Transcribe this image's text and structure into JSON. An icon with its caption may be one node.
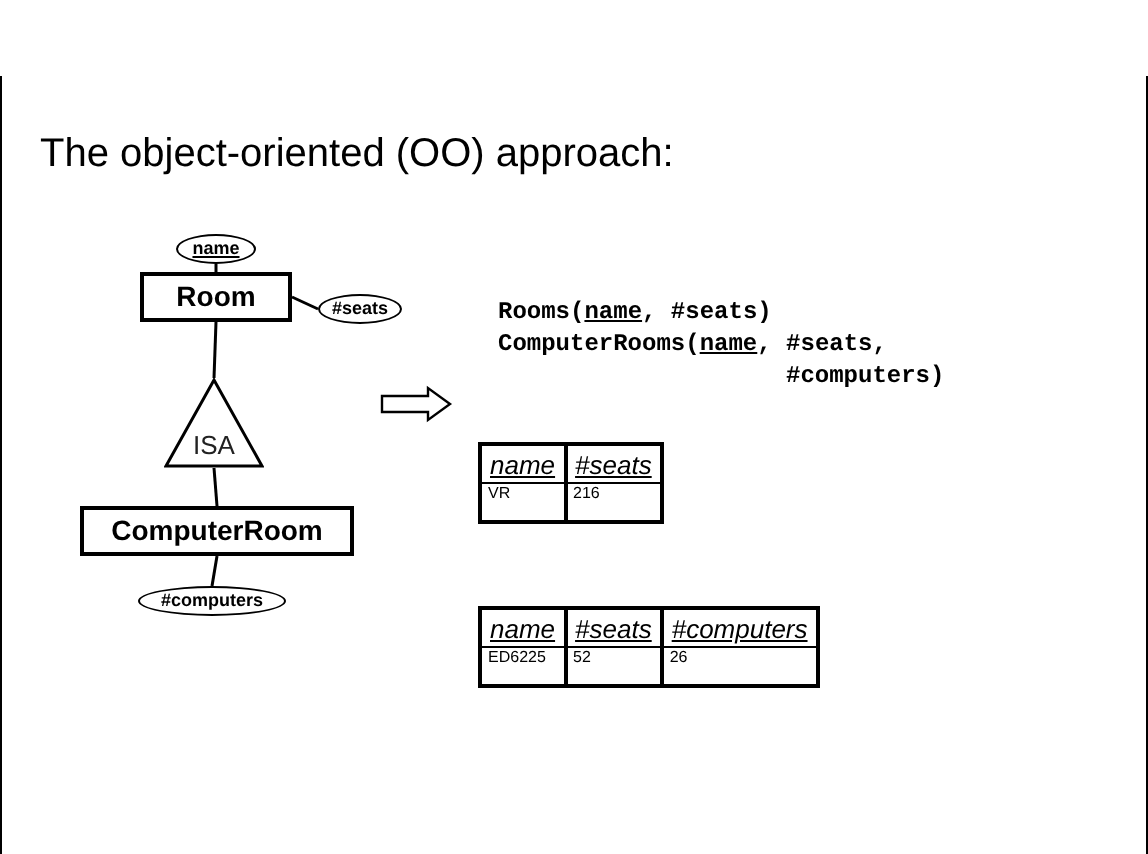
{
  "diagram": {
    "title": "The object-oriented (OO) approach:",
    "nodes": [
      {
        "text": [
          "name"
        ]
      },
      {
        "text": [
          "Room"
        ]
      },
      {
        "text": [
          "#seats"
        ]
      },
      {
        "text": [
          "ISA"
        ]
      },
      {
        "text": [
          "ComputerRoom"
        ]
      },
      {
        "text": [
          "#computers"
        ]
      }
    ],
    "edges": [
      {
        "from": 0,
        "to": 1,
        "arrow": "none"
      },
      {
        "from": 1,
        "to": 2,
        "arrow": "none"
      },
      {
        "from": 1,
        "to": 3,
        "arrow": "none"
      },
      {
        "from": 3,
        "to": 4,
        "arrow": "none"
      },
      {
        "from": 4,
        "to": 5,
        "arrow": "none"
      }
    ],
    "labels": [
      "Rooms(",
      "name",
      ", #seats)",
      "ComputerRooms(",
      "name",
      ", #seats,",
      "#computers)",
      "name",
      "#seats",
      "VR",
      "216",
      "name",
      "#seats",
      "#computers",
      "ED6225",
      "52",
      "26"
    ]
  }
}
